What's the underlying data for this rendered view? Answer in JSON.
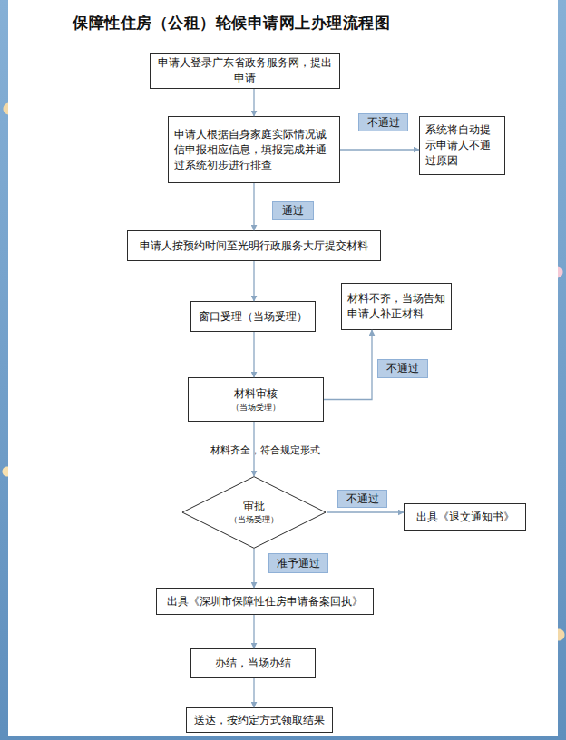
{
  "diagram": {
    "title": "保障性住房（公租）轮候申请网上办理流程图",
    "nodes": [
      {
        "text": [
          "申请人登录广东省政务服务网，提出申请"
        ]
      },
      {
        "text": [
          "申请人根据自身家庭实际情况诚信申报相应信息，填报完成并通过系统初步进行排查"
        ]
      },
      {
        "text": [
          "系统将自动提示申请人不通过原因"
        ]
      },
      {
        "text": [
          "申请人按预约时间至光明行政服务大厅提交材料"
        ]
      },
      {
        "text": [
          "窗口受理（当场受理）"
        ]
      },
      {
        "text": [
          "材料不齐，当场告知申请人补正材料"
        ]
      },
      {
        "text": [
          "材料审核",
          "（当场受理）"
        ]
      },
      {
        "text": [
          "审批",
          "（当场受理）"
        ]
      },
      {
        "text": [
          "出具《退文通知书》"
        ]
      },
      {
        "text": [
          "出具《深圳市保障性住房申请备案回执》"
        ]
      },
      {
        "text": [
          "办结，当场办结"
        ]
      },
      {
        "text": [
          "送达，按约定方式领取结果"
        ]
      }
    ],
    "edges": [
      {
        "from": 0,
        "to": 1,
        "arrow": "to"
      },
      {
        "from": 1,
        "to": 2,
        "label": "不通过",
        "arrow": "to"
      },
      {
        "from": 1,
        "to": 3,
        "label": "通过",
        "arrow": "to"
      },
      {
        "from": 3,
        "to": 4,
        "arrow": "to"
      },
      {
        "from": 4,
        "to": 6,
        "arrow": "to"
      },
      {
        "from": 6,
        "to": 5,
        "label": "不通过",
        "arrow": "to"
      },
      {
        "from": 6,
        "to": 7,
        "label": "材料齐全，符合规定形式",
        "arrow": "to"
      },
      {
        "from": 7,
        "to": 8,
        "label": "不通过",
        "arrow": "to"
      },
      {
        "from": 7,
        "to": 9,
        "label": "准予通过",
        "arrow": "to"
      },
      {
        "from": 9,
        "to": 10,
        "arrow": "to"
      },
      {
        "from": 10,
        "to": 11,
        "arrow": "to"
      }
    ]
  }
}
